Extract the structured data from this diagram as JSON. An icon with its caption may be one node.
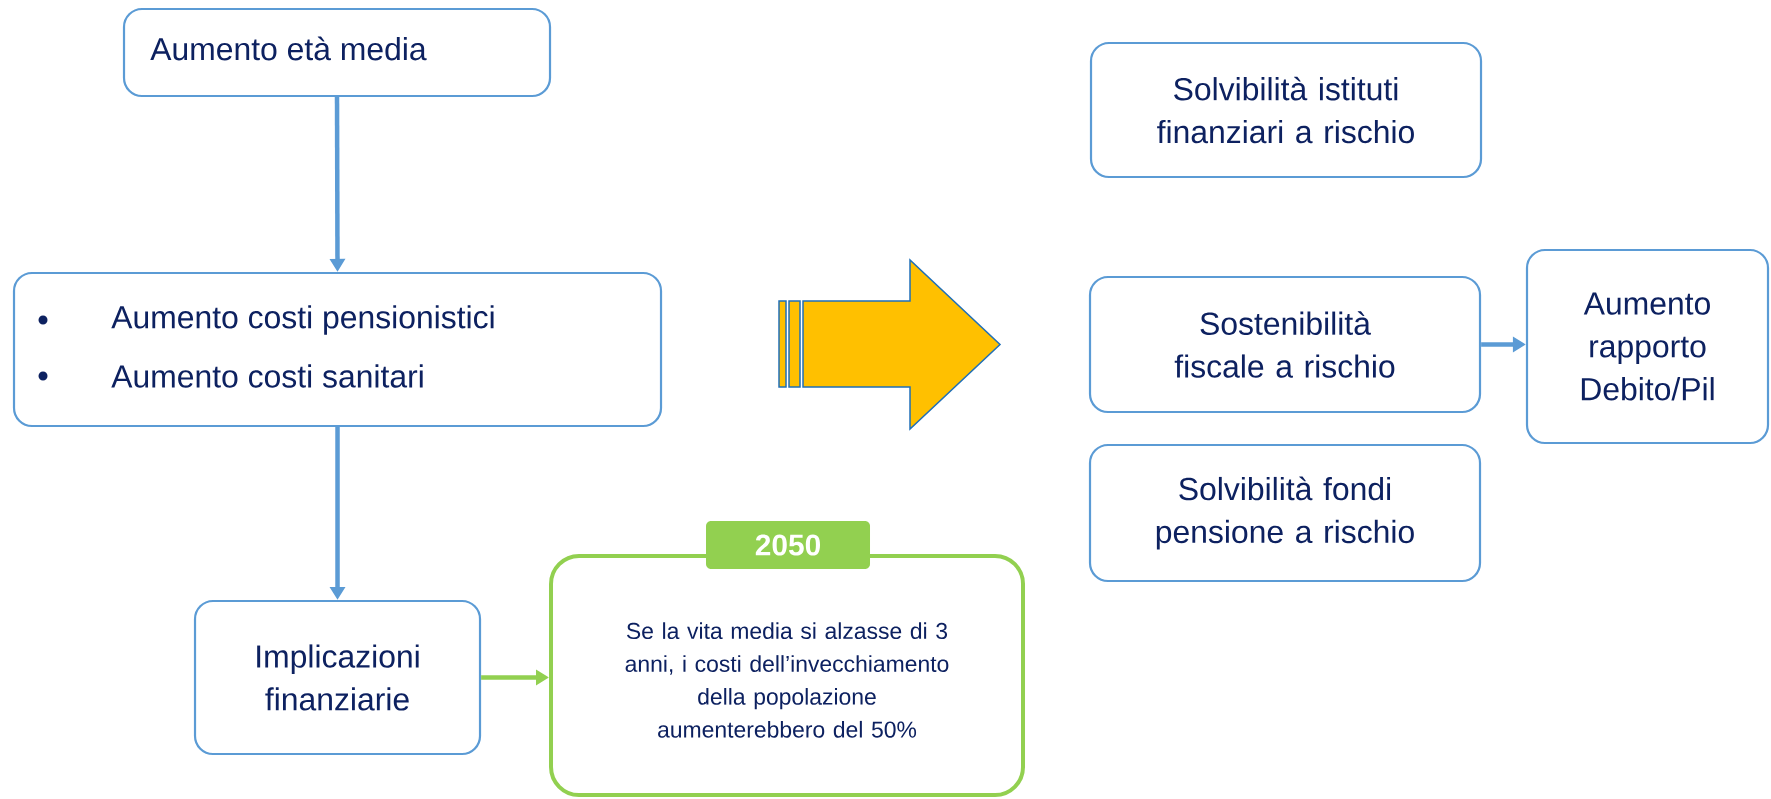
{
  "diagram": {
    "nodes": [
      {
        "text": [
          "Aumento età media"
        ]
      },
      {
        "text": [
          "Aumento costi pensionistici",
          "Aumento costi sanitari"
        ]
      },
      {
        "text": [
          "Implicazioni finanziarie"
        ]
      },
      {
        "text": [
          "2050",
          "Se la vita media si alzasse di 3 anni, i costi dell’invecchiamento della popolazione aumenterebbero del 50%"
        ]
      },
      {
        "text": [],
        "shape": "arrow"
      },
      {
        "text": [
          "Solvibilità istituti finanziari a rischio"
        ]
      },
      {
        "text": [
          "Sostenibilità fiscale a rischio"
        ]
      },
      {
        "text": [
          "Solvibilità fondi pensione a rischio"
        ]
      },
      {
        "text": [
          "Aumento rapporto Debito/Pil"
        ]
      }
    ],
    "edges": [
      {
        "from": 0,
        "to": 1,
        "arrow": "to"
      },
      {
        "from": 1,
        "to": 2,
        "arrow": "to"
      },
      {
        "from": 2,
        "to": 3,
        "arrow": "to",
        "color": "#92d050"
      },
      {
        "from": 6,
        "to": 8,
        "arrow": "to"
      }
    ]
  }
}
